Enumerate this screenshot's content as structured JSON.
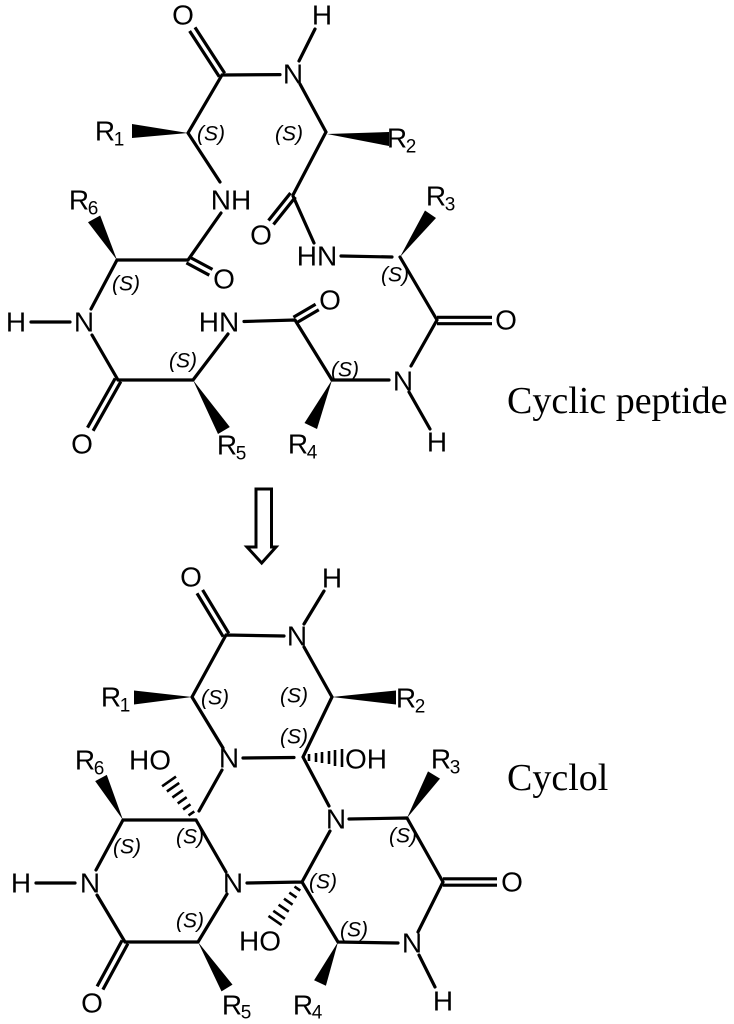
{
  "figure": {
    "top_structure": {
      "title": "Cyclic peptide"
    },
    "bottom_structure": {
      "title": "Cyclol"
    },
    "arrow": {
      "direction": "down"
    }
  },
  "labels": {
    "oxygen": "O",
    "nitrogen": "N",
    "hydrogen": "H",
    "nh": "NH",
    "hn": "HN",
    "ho": "HO",
    "oh": "OH",
    "stereo_s": "(S)"
  },
  "substituents": {
    "r1": {
      "base": "R",
      "sub": "1"
    },
    "r2": {
      "base": "R",
      "sub": "2"
    },
    "r3": {
      "base": "R",
      "sub": "3"
    },
    "r4": {
      "base": "R",
      "sub": "4"
    },
    "r5": {
      "base": "R",
      "sub": "5"
    },
    "r6": {
      "base": "R",
      "sub": "6"
    }
  }
}
